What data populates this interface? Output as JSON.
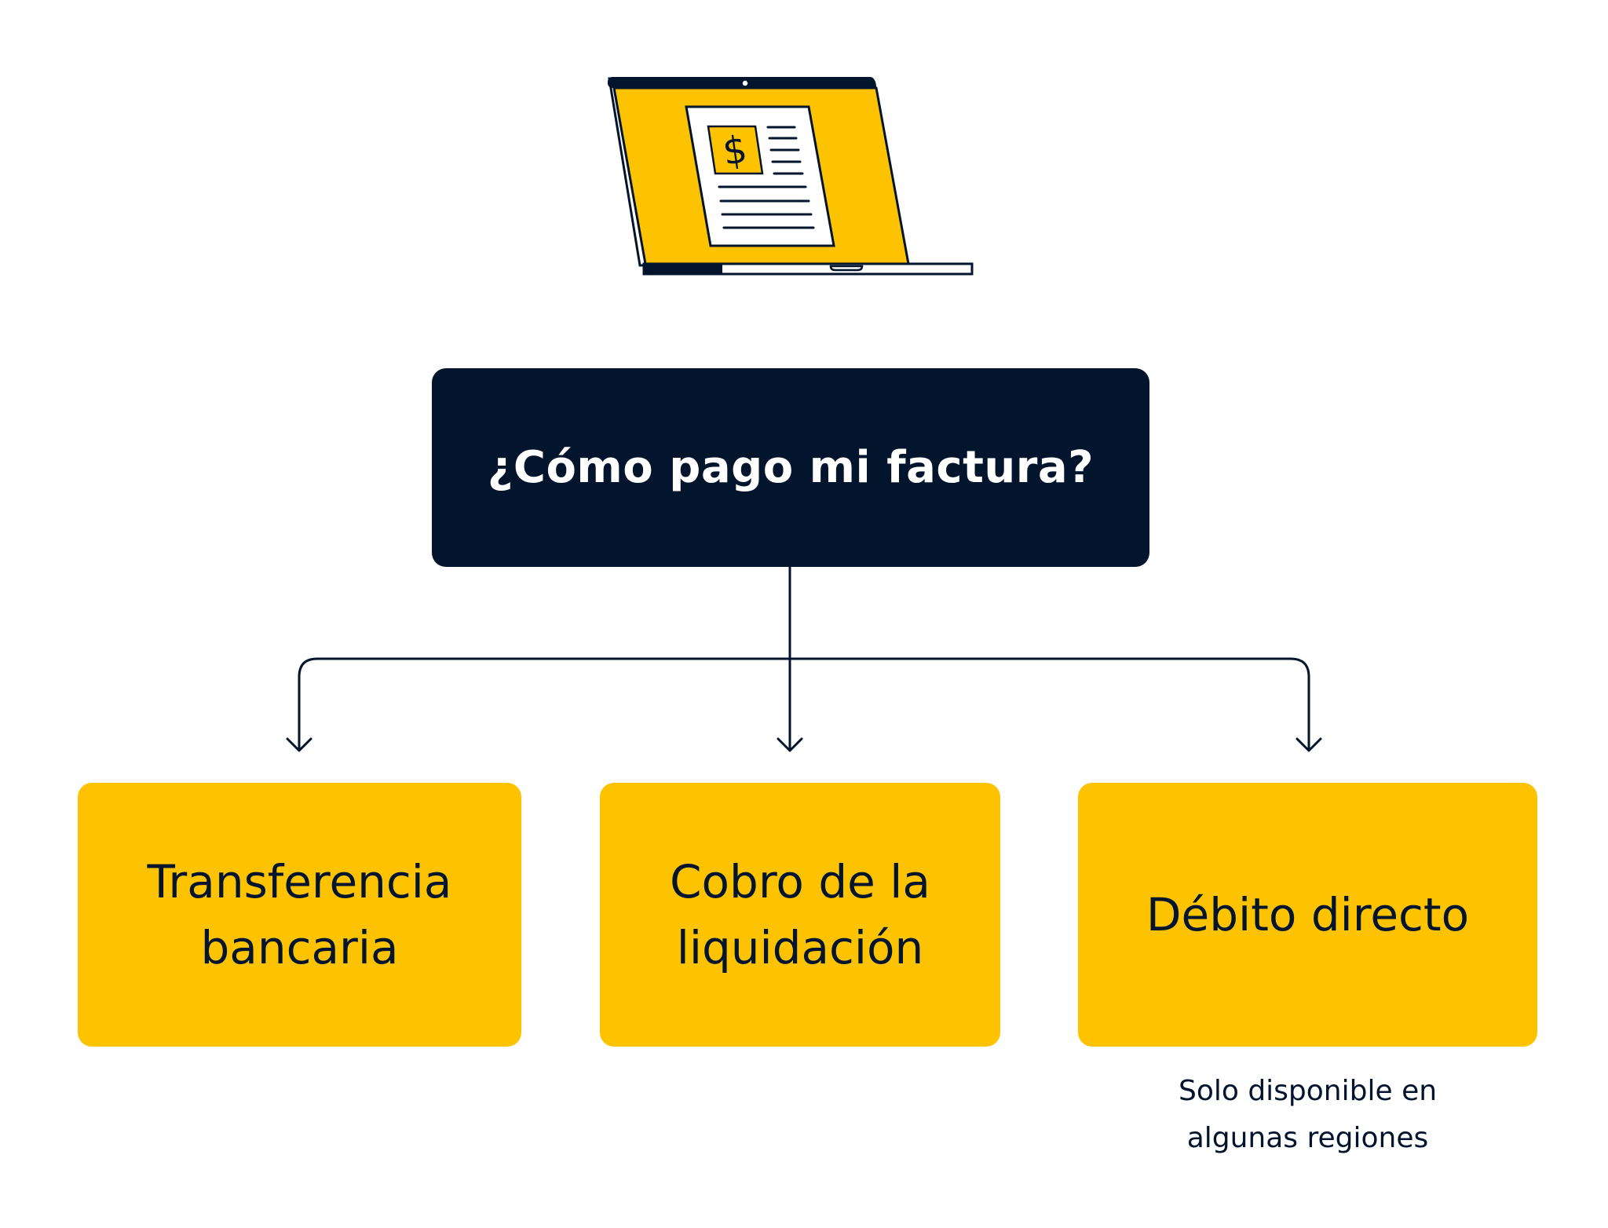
{
  "colors": {
    "navy": "#03142d",
    "yellow": "#fdc300",
    "white": "#ffffff",
    "text_dark": "#03142d"
  },
  "illustration": {
    "icon": "laptop-invoice-icon",
    "symbol": "$"
  },
  "question": {
    "text": "¿Cómo pago mi factura?"
  },
  "options": [
    {
      "label": "Transferencia\nbancaria"
    },
    {
      "label": "Cobro de la\nliquidación"
    },
    {
      "label": "Débito directo"
    }
  ],
  "footnote": {
    "text": "Solo disponible en\nalgunas regiones"
  }
}
